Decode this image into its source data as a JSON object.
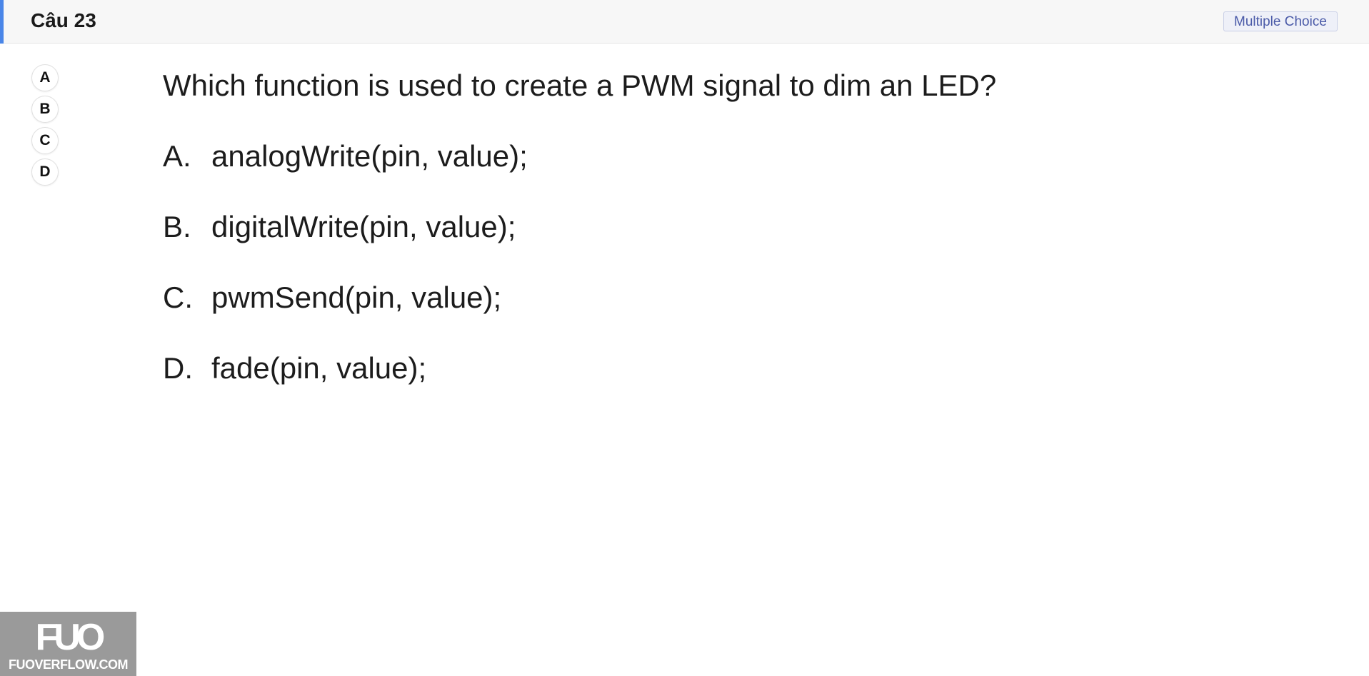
{
  "header": {
    "title": "Câu 23",
    "badge": "Multiple Choice",
    "accent_color": "#4a86e8"
  },
  "answer_choices": [
    "A",
    "B",
    "C",
    "D"
  ],
  "question": {
    "text": "Which function is used to create a PWM signal to dim an LED?",
    "options": [
      {
        "letter": "A.",
        "text": "analogWrite(pin, value);"
      },
      {
        "letter": "B.",
        "text": "digitalWrite(pin, value);"
      },
      {
        "letter": "C.",
        "text": "pwmSend(pin, value);"
      },
      {
        "letter": "D.",
        "text": "fade(pin, value);"
      }
    ]
  },
  "watermark": {
    "logo": "FUO",
    "site": "FUOVERFLOW.COM"
  }
}
